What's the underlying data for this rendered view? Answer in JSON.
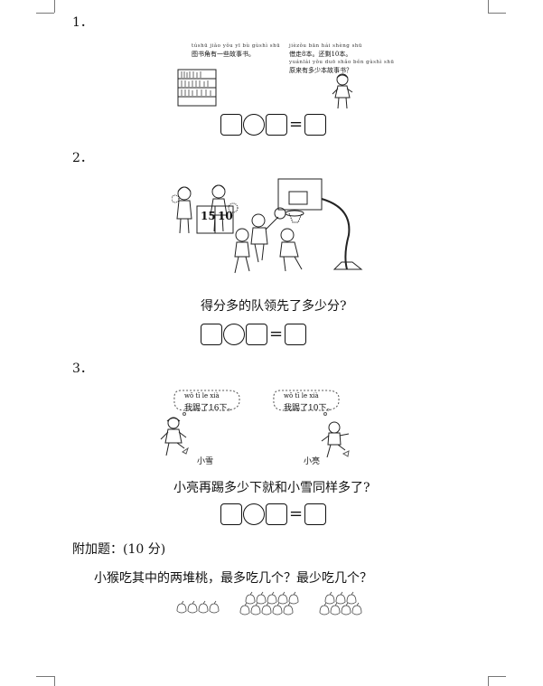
{
  "q1": {
    "number": "1．",
    "left_pinyin": "túshū jiǎo yǒu yī bù gùshì shū",
    "left_text": "图书角有一些故事书。",
    "right_pinyin_1": "jièzǒu bān  hái shèng  shū",
    "right_text_1": "借走8本。还剩10本。",
    "right_pinyin_2": "yuánlái yǒu duō shǎo běn gùshì shū",
    "right_text_2": "原来有多少本故事书？",
    "eq_sign": "="
  },
  "q2": {
    "number": "2．",
    "score_left": "15",
    "score_right": "10",
    "question": "得分多的队领先了多少分?",
    "eq_sign": "="
  },
  "q3": {
    "number": "3．",
    "left_pinyin": "wǒ tī le  xià",
    "left_text": "我踢了16下。",
    "right_pinyin": "wǒ tī le  xià",
    "right_text": "我踢了10下。",
    "left_name": "小雪",
    "right_name": "小亮",
    "question": "小亮再踢多少下就和小雪同样多了?",
    "eq_sign": "="
  },
  "bonus": {
    "title": "附加题：(10 分)",
    "question": "小猴吃其中的两堆桃，最多吃几个？最少吃几个？",
    "piles": [
      4,
      10,
      7
    ]
  }
}
